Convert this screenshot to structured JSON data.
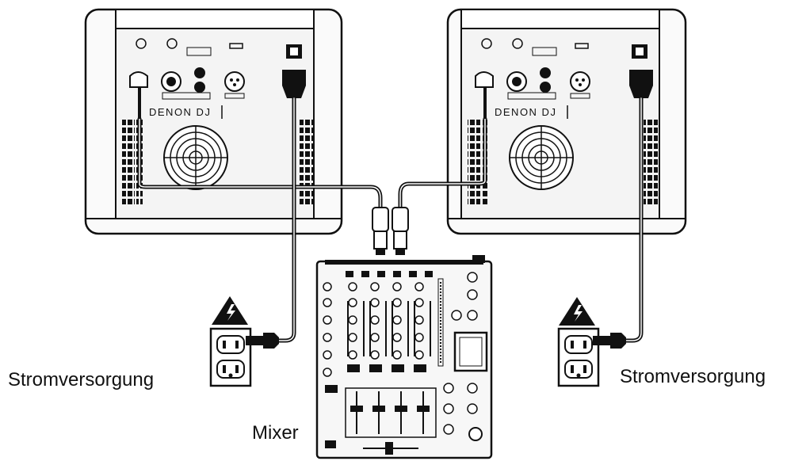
{
  "labels": {
    "power_left": "Stromversorgung",
    "power_right": "Stromversorgung",
    "mixer": "Mixer"
  },
  "speakers": [
    {
      "brand": "DENON DJ"
    },
    {
      "brand": "DENON DJ"
    }
  ],
  "icons": {
    "warning": "high-voltage-warning-icon",
    "outlet": "wall-outlet-icon",
    "fan": "fan-grille-icon"
  },
  "colors": {
    "line": "#111111",
    "background": "#ffffff",
    "panel_fill": "#f4f4f4"
  }
}
